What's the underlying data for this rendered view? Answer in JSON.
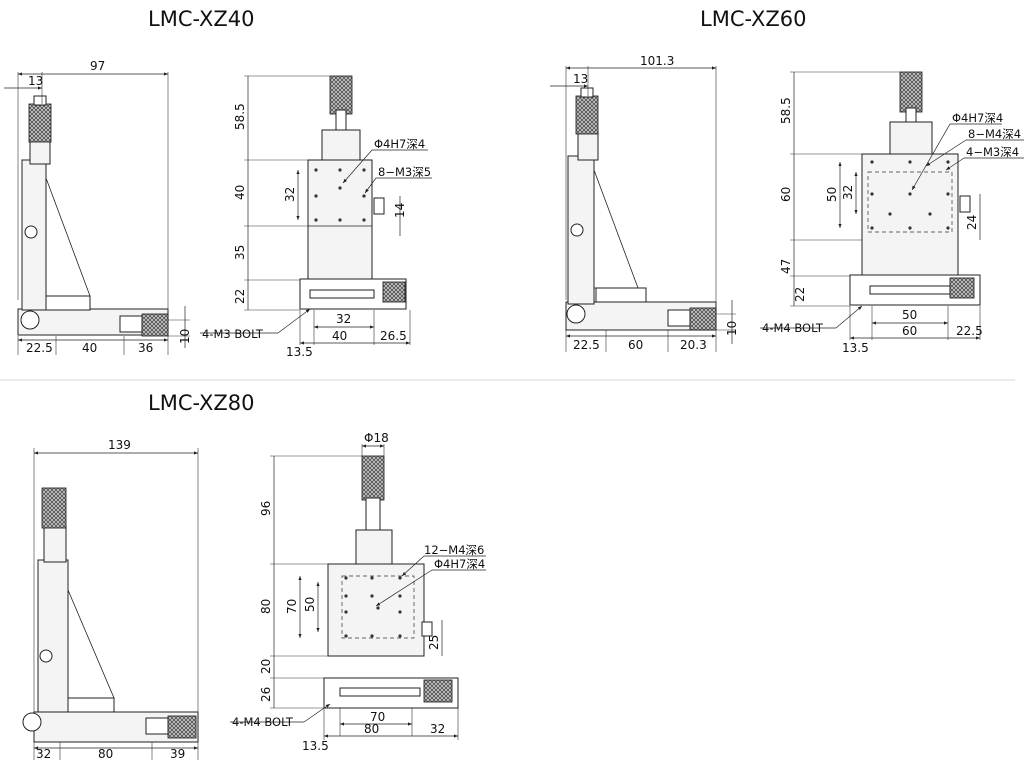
{
  "drawings": [
    {
      "model": "LMC-XZ40",
      "side": {
        "width": "97",
        "offset": "13",
        "bottom": [
          "22.5",
          "40",
          "36"
        ],
        "height": "10"
      },
      "front": {
        "heights": [
          "58.5",
          "40",
          "35",
          "22"
        ],
        "inner_height": "32",
        "knob_height": "14",
        "bottom": [
          "32",
          "40",
          "26.5"
        ],
        "offset": "13.5",
        "notes": [
          "Φ4H7深4",
          "8−M3深5"
        ],
        "bolt": "4-M3 BOLT"
      }
    },
    {
      "model": "LMC-XZ60",
      "side": {
        "width": "101.3",
        "offset": "13",
        "bottom": [
          "22.5",
          "60",
          "20.3"
        ],
        "height": "10"
      },
      "front": {
        "heights": [
          "58.5",
          "60",
          "47",
          "22"
        ],
        "inner_height": [
          "50",
          "32"
        ],
        "knob_height": "24",
        "bottom": [
          "50",
          "60",
          "22.5"
        ],
        "offset": "13.5",
        "notes": [
          "Φ4H7深4",
          "8−M4深4",
          "4−M3深4"
        ],
        "bolt": "4-M4 BOLT"
      }
    },
    {
      "model": "LMC-XZ80",
      "side": {
        "width": "139",
        "bottom": [
          "32",
          "80",
          "39"
        ]
      },
      "front": {
        "diameter": "Φ18",
        "heights": [
          "96",
          "80",
          "20",
          "26"
        ],
        "inner_height": [
          "70",
          "50"
        ],
        "knob_height": "25",
        "bottom": [
          "70",
          "80",
          "32"
        ],
        "offset": "13.5",
        "notes": [
          "12−M4深6",
          "Φ4H7深4"
        ],
        "bolt": "4-M4 BOLT"
      }
    }
  ]
}
